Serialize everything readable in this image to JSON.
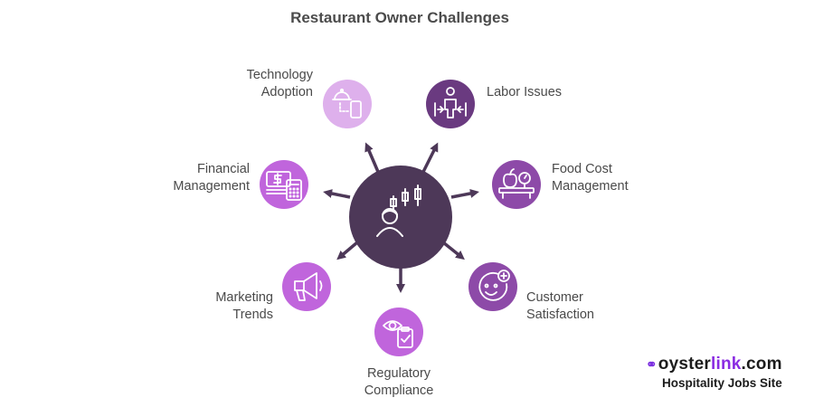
{
  "diagram": {
    "title": "Restaurant Owner Challenges",
    "center_icon": "restaurant-owner-candlestick-icon",
    "colors": {
      "hub": "#4d3858",
      "node_light": "#deb0ec",
      "node_mid": "#c065dc",
      "node_dark": "#6a3a80",
      "node_purple": "#8d4aa8",
      "arrow": "#4d3858"
    },
    "challenges": [
      {
        "id": "technology",
        "lines": [
          "Technology",
          "Adoption"
        ],
        "icon": "tablet-cloche-icon"
      },
      {
        "id": "labor",
        "lines": [
          "Labor Issues"
        ],
        "icon": "worker-arrows-icon"
      },
      {
        "id": "financial",
        "lines": [
          "Financial",
          "Management"
        ],
        "icon": "cash-calculator-icon"
      },
      {
        "id": "food-cost",
        "lines": [
          "Food Cost",
          "Management"
        ],
        "icon": "scale-apple-icon"
      },
      {
        "id": "marketing",
        "lines": [
          "Marketing",
          "Trends"
        ],
        "icon": "megaphone-icon"
      },
      {
        "id": "customer",
        "lines": [
          "Customer",
          "Satisfaction"
        ],
        "icon": "smiley-plus-icon"
      },
      {
        "id": "regulatory",
        "lines": [
          "Regulatory",
          "Compliance"
        ],
        "icon": "eye-checklist-icon"
      }
    ]
  },
  "brand": {
    "name_prefix": "oyster",
    "name_accent": "link",
    "name_suffix": ".com",
    "tagline": "Hospitality Jobs Site",
    "icon": "oyster-link-icon"
  }
}
